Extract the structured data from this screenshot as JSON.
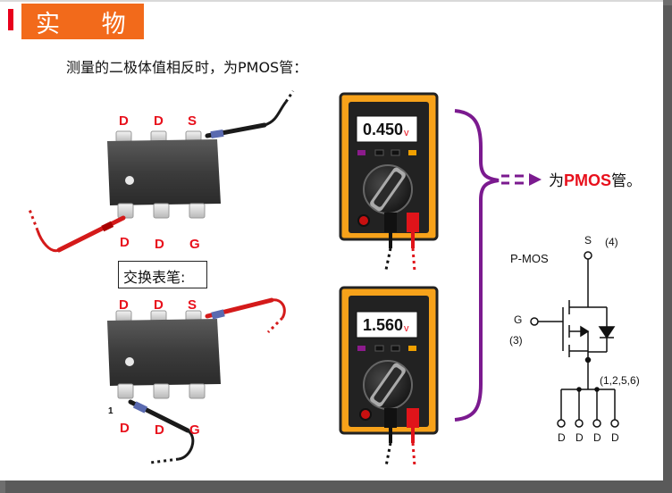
{
  "slide": {
    "title": "实 物",
    "intro": "测量的二极体值相反时，为PMOS管：",
    "swap_label": "交换表笔:"
  },
  "chip_top": {
    "top_pins": [
      "D",
      "D",
      "S"
    ],
    "bottom_pins": [
      "D",
      "D",
      "G"
    ]
  },
  "chip_bottom": {
    "top_pins": [
      "D",
      "D",
      "S"
    ],
    "bottom_pins": [
      "D",
      "D",
      "G"
    ],
    "pin1_number": "1"
  },
  "meter_top": {
    "reading": "0.450",
    "unit": "v"
  },
  "meter_bottom": {
    "reading": "1.560",
    "unit": "v"
  },
  "result": {
    "prefix": "为",
    "highlight": "PMOS",
    "suffix": "管。"
  },
  "schematic": {
    "type_label": "P-MOS",
    "source_label": "S",
    "source_pin": "(4)",
    "gate_label": "G",
    "gate_pin": "(3)",
    "drain_pins": "(1,2,5,6)",
    "drain_labels": [
      "D",
      "D",
      "D",
      "D"
    ]
  },
  "colors": {
    "title_bg": "#f26a1b",
    "pin_label": "#e8101c",
    "brace": "#7b1a8f",
    "meter_body": "#f7a21a",
    "probe_red": "#d41a1a",
    "probe_black": "#1a1a1a"
  }
}
